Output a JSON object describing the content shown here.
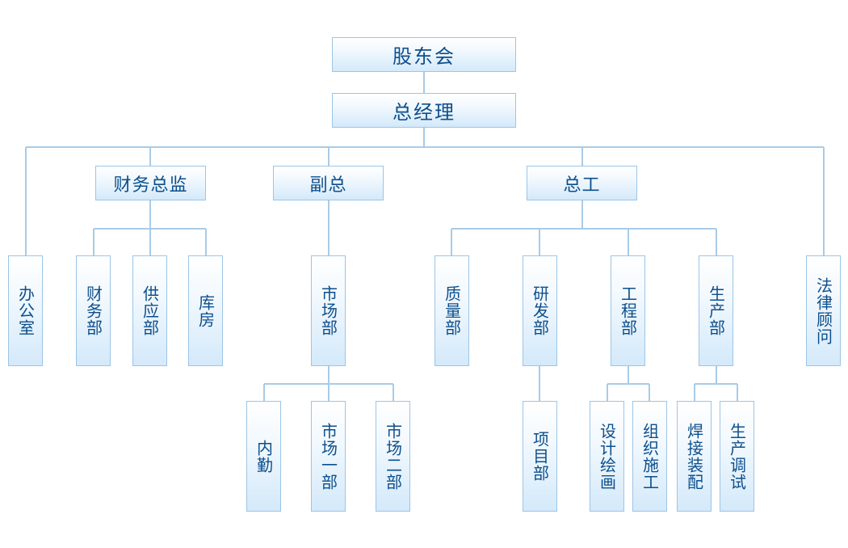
{
  "nodes": {
    "shareholders": "股东会",
    "general_manager": "总经理",
    "finance_director": "财务总监",
    "deputy_gm": "副总",
    "chief_engineer": "总工",
    "office": "办公室",
    "finance_dept": "财务部",
    "supply_dept": "供应部",
    "warehouse": "库房",
    "marketing_dept": "市场部",
    "quality_dept": "质量部",
    "rnd_dept": "研发部",
    "engineering_dept": "工程部",
    "production_dept": "生产部",
    "legal_advisor": "法律顾问",
    "internal_affairs": "内勤",
    "market_div_1": "市场一部",
    "market_div_2": "市场二部",
    "project_dept": "项目部",
    "design_drawing": "设计绘画",
    "construction_org": "组织施工",
    "welding_assembly": "焊接装配",
    "production_debug": "生产调试"
  },
  "colors": {
    "line": "#a9cbe6",
    "border": "#9cc5e6",
    "text": "#0d4f8c",
    "fill_top": "#ffffff",
    "fill_bottom": "#d4e9fa"
  }
}
